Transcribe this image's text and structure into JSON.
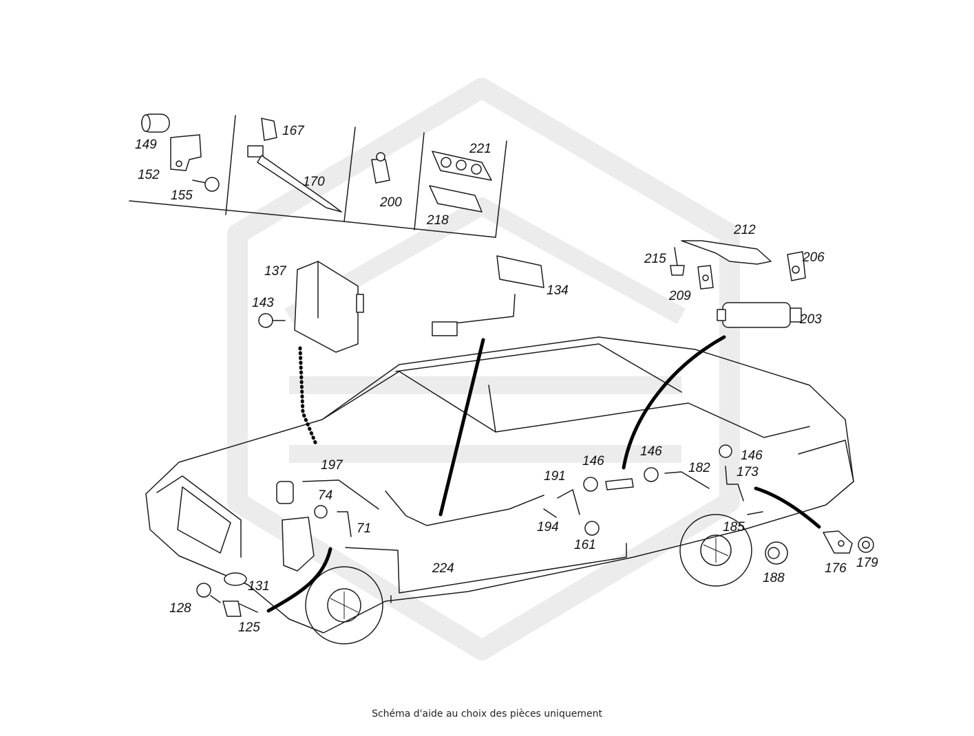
{
  "caption": "Schéma d'aide au choix des pièces uniquement",
  "watermark": {
    "color": "#ececec",
    "name": "brand-watermark-icon"
  },
  "labels": {
    "p149": "149",
    "p152": "152",
    "p155": "155",
    "p167": "167",
    "p170": "170",
    "p200": "200",
    "p221": "221",
    "p218": "218",
    "p212": "212",
    "p215": "215",
    "p206": "206",
    "p209": "209",
    "p203": "203",
    "p137": "137",
    "p143": "143",
    "p134": "134",
    "p197": "197",
    "p74": "74",
    "p71": "71",
    "p146a": "146",
    "p146b": "146",
    "p146c": "146",
    "p191": "191",
    "p182": "182",
    "p173": "173",
    "p194": "194",
    "p161": "161",
    "p185": "185",
    "p224": "224",
    "p188": "188",
    "p176": "176",
    "p179": "179",
    "p131": "131",
    "p128": "128",
    "p125": "125"
  }
}
